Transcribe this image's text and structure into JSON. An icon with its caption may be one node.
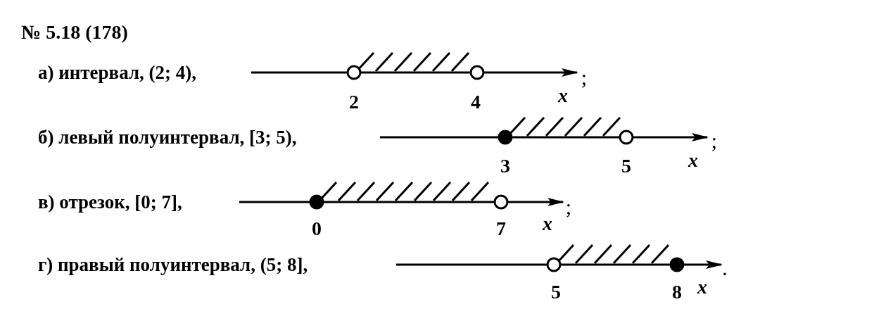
{
  "diagram": {
    "title": "№ 5.18 (178)",
    "labels": [
      "а) интервал, (2; 4),",
      ";",
      "2",
      "4",
      "x",
      "б) левый полуинтервал, [3; 5),",
      ";",
      "3",
      "5",
      "x",
      "в) отрезок, [0; 7],",
      ";",
      "0",
      "7",
      "x",
      "г) правый полуинтервал, (5; 8],",
      ".",
      "5",
      "8",
      "x"
    ]
  }
}
